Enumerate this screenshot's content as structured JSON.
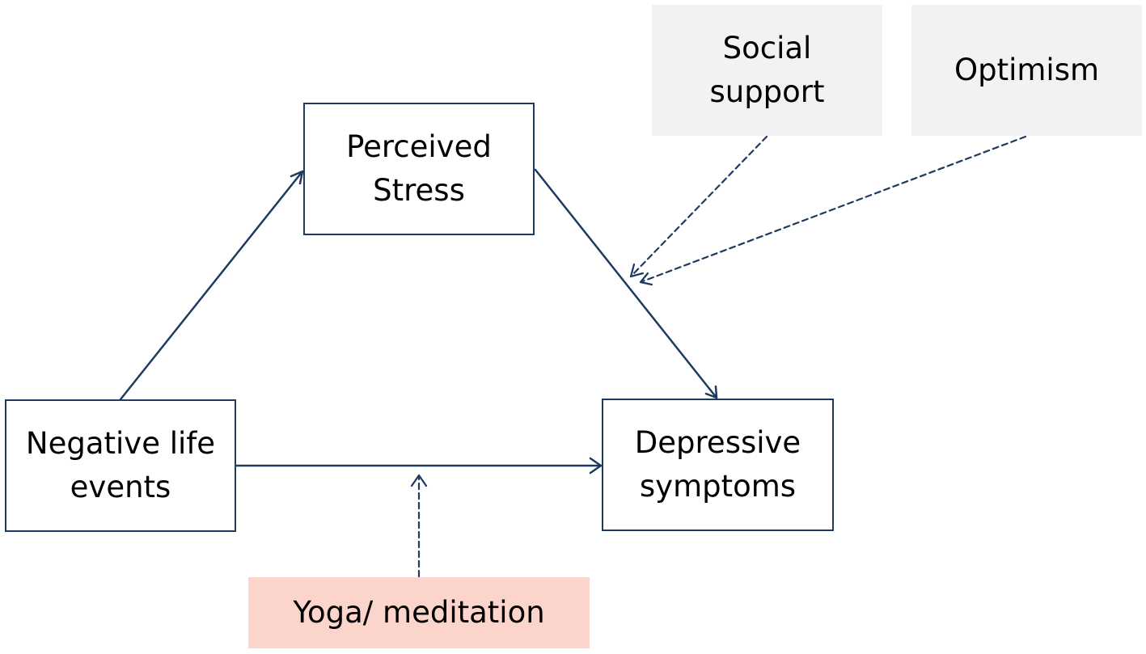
{
  "nodes": {
    "perceived_stress": {
      "lines": [
        "Perceived",
        "Stress"
      ]
    },
    "negative_life_events": {
      "lines": [
        "Negative life",
        "events"
      ]
    },
    "depressive_symptoms": {
      "lines": [
        "Depressive",
        "symptoms"
      ]
    },
    "social_support": {
      "lines": [
        "Social",
        "support"
      ]
    },
    "optimism": {
      "lines": [
        "Optimism"
      ]
    },
    "yoga_meditation": {
      "lines": [
        "Yoga/ meditation"
      ]
    }
  },
  "edges": [
    {
      "from": "negative_life_events",
      "to": "perceived_stress",
      "style": "solid"
    },
    {
      "from": "perceived_stress",
      "to": "depressive_symptoms",
      "style": "solid"
    },
    {
      "from": "negative_life_events",
      "to": "depressive_symptoms",
      "style": "solid"
    },
    {
      "from": "social_support",
      "to": "perceived_stress_to_depressive_symptoms_path",
      "style": "dashed"
    },
    {
      "from": "optimism",
      "to": "perceived_stress_to_depressive_symptoms_path",
      "style": "dashed"
    },
    {
      "from": "yoga_meditation",
      "to": "negative_life_events_to_depressive_symptoms_path",
      "style": "dashed"
    }
  ],
  "colors": {
    "stroke": "#1f3a5f",
    "text": "#000000",
    "moderator_grey": "#f2f2f2",
    "moderator_pink": "#fbd5cc",
    "box_fill": "#ffffff"
  }
}
